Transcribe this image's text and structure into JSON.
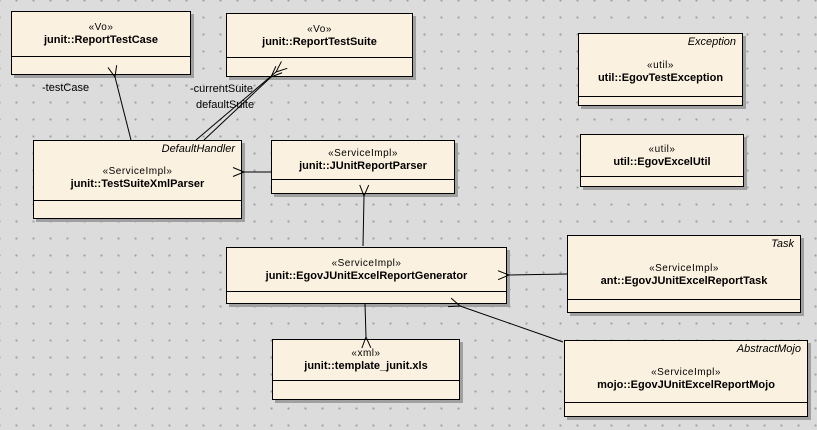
{
  "diagram": {
    "type": "uml-class-diagram",
    "colors": {
      "background": "#dcdcdc",
      "grid_dot": "#a2a2a6",
      "node_fill": "#fbf1e0",
      "node_border": "#000000",
      "node_shadow": "#a0a0a0"
    },
    "nodes": [
      {
        "id": "report-test-case",
        "classifier": "",
        "stereotype": "«Vo»",
        "name": "junit::ReportTestCase"
      },
      {
        "id": "report-test-suite",
        "classifier": "",
        "stereotype": "«Vo»",
        "name": "junit::ReportTestSuite"
      },
      {
        "id": "egov-test-exception",
        "classifier": "Exception",
        "stereotype": "«util»",
        "name": "util::EgovTestException"
      },
      {
        "id": "egov-excel-util",
        "classifier": "",
        "stereotype": "«util»",
        "name": "util::EgovExcelUtil"
      },
      {
        "id": "test-suite-xml-parser",
        "classifier": "DefaultHandler",
        "stereotype": "«ServiceImpl»",
        "name": "junit::TestSuiteXmlParser"
      },
      {
        "id": "junit-report-parser",
        "classifier": "",
        "stereotype": "«ServiceImpl»",
        "name": "junit::JUnitReportParser"
      },
      {
        "id": "egov-junit-excel-report-generator",
        "classifier": "",
        "stereotype": "«ServiceImpl»",
        "name": "junit::EgovJUnitExcelReportGenerator"
      },
      {
        "id": "egov-junit-excel-report-task",
        "classifier": "Task",
        "stereotype": "«ServiceImpl»",
        "name": "ant::EgovJUnitExcelReportTask"
      },
      {
        "id": "template-junit-xls",
        "classifier": "",
        "stereotype": "«xml»",
        "name": "junit::template_junit.xls"
      },
      {
        "id": "egov-junit-excel-report-mojo",
        "classifier": "AbstractMojo",
        "stereotype": "«ServiceImpl»",
        "name": "mojo::EgovJUnitExcelReportMojo"
      }
    ],
    "edge_labels": [
      {
        "id": "test-case-label",
        "text": "-testCase"
      },
      {
        "id": "current-suite-label",
        "text": "-currentSuite"
      },
      {
        "id": "default-suite-label",
        "text": "defaultSuite"
      }
    ]
  }
}
